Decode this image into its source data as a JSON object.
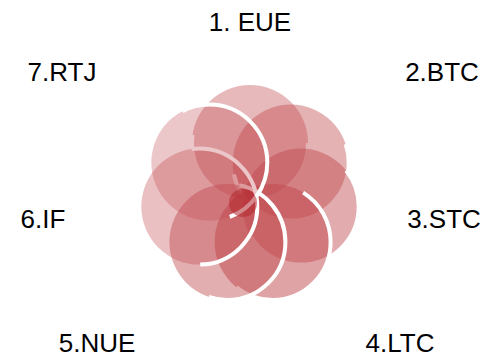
{
  "diagram": {
    "labels": [
      "1. EUE",
      "2.BTC",
      "3.STC",
      "4.LTC",
      "5.NUE",
      "6.IF",
      "7.RTJ"
    ]
  }
}
